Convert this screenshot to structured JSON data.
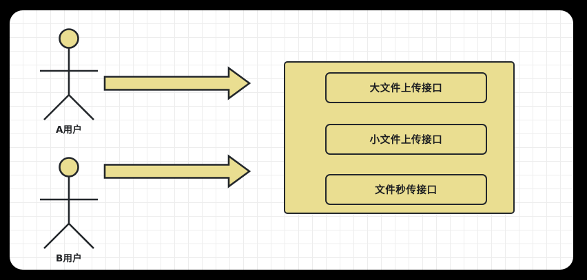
{
  "diagram": {
    "type": "uml-use-case",
    "canvas": {
      "background": "#ffffff",
      "grid_color": "#ededed",
      "frame_color": "#000000"
    },
    "palette": {
      "fill": "#EADE91",
      "stroke": "#23272b",
      "text": "#1b1d20"
    },
    "actors": [
      {
        "id": "actor-a",
        "label": "A用户"
      },
      {
        "id": "actor-b",
        "label": "B用户"
      }
    ],
    "arrows": [
      {
        "id": "arrow-a",
        "from": "A用户",
        "to": "接口面板",
        "direction": "right"
      },
      {
        "id": "arrow-b",
        "from": "B用户",
        "to": "接口面板",
        "direction": "right"
      }
    ],
    "panel": {
      "interfaces": [
        {
          "id": "large-file-upload",
          "label": "大文件上传接口"
        },
        {
          "id": "small-file-upload",
          "label": "小文件上传接口"
        },
        {
          "id": "instant-file-upload",
          "label": "文件秒传接口"
        }
      ]
    }
  }
}
